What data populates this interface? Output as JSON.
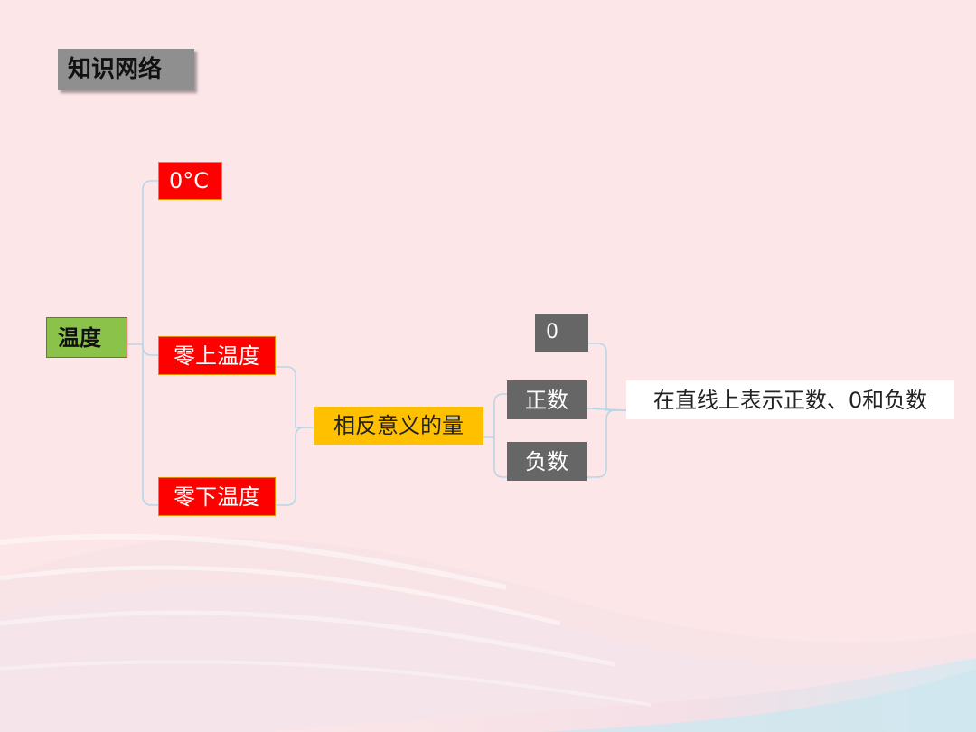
{
  "title": "知识网络",
  "nodes": {
    "root": "温度",
    "zero_celsius": "0°C",
    "above_zero": "零上温度",
    "below_zero": "零下温度",
    "opposite_quantities": "相反意义的量",
    "zero": "0",
    "positive": "正数",
    "negative": "负数",
    "number_line": "在直线上表示正数、0和负数"
  },
  "colors": {
    "background": "#fde6e8",
    "title_box": "#8f8f8f",
    "root_box": "#8bc34a",
    "red_box": "#ff0000",
    "yellow_box": "#ffc000",
    "gray_box": "#666666",
    "white_box": "#ffffff",
    "connector": "#b9d6e6"
  }
}
